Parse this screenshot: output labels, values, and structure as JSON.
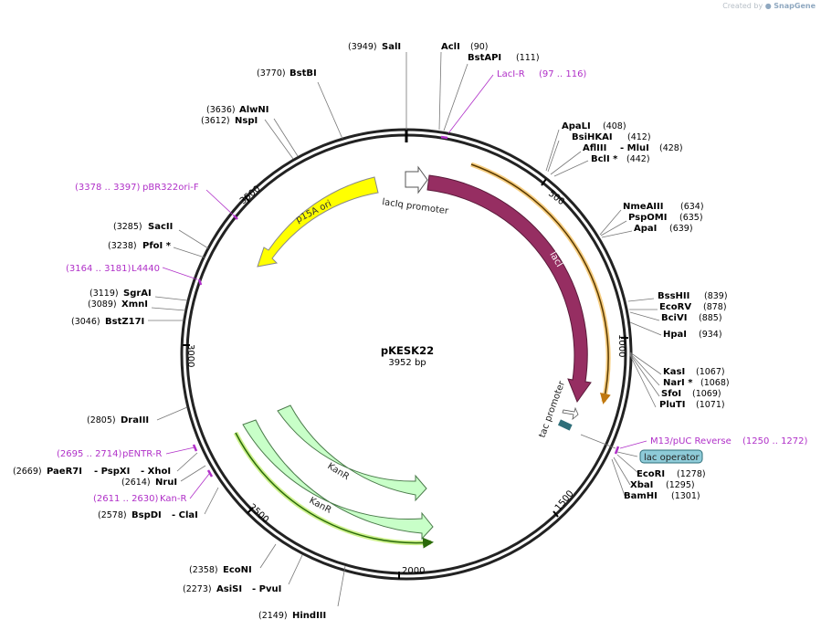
{
  "credit": {
    "prefix": "Created by",
    "brand": "SnapGene"
  },
  "plasmid": {
    "name": "pKESK22",
    "size_label": "3952 bp"
  },
  "ticks": [
    "500",
    "1000",
    "1500",
    "2000",
    "2500",
    "3000",
    "3500"
  ],
  "features": {
    "lacIq_promoter": "lacIq promoter",
    "lacI": "lacI",
    "p15A_ori": "p15A ori",
    "tac_promoter": "tac promoter",
    "KanR_1": "KanR",
    "KanR_2": "KanR",
    "lac_operator": "lac operator"
  },
  "enzymes": {
    "SalI": {
      "name": "SalI",
      "pos": "(3949)"
    },
    "AclI": {
      "name": "AclI",
      "pos": "(90)"
    },
    "BstAPI": {
      "name": "BstAPI",
      "pos": "(111)"
    },
    "BstBI": {
      "name": "BstBI",
      "pos": "(3770)"
    },
    "AlwNI": {
      "name": "AlwNI",
      "pos": "(3636)"
    },
    "NspI": {
      "name": "NspI",
      "pos": "(3612)"
    },
    "ApaLI": {
      "name": "ApaLI",
      "pos": "(408)"
    },
    "BsiHKAI": {
      "name": "BsiHKAI",
      "pos": "(412)"
    },
    "AflIII_MluI": {
      "name": "AflIII",
      "name2": "MluI",
      "pos": "(428)"
    },
    "BclI": {
      "name": "BclI *",
      "pos": "(442)"
    },
    "NmeAIII": {
      "name": "NmeAIII",
      "pos": "(634)"
    },
    "PspOMI": {
      "name": "PspOMI",
      "pos": "(635)"
    },
    "ApaI": {
      "name": "ApaI",
      "pos": "(639)"
    },
    "SacII": {
      "name": "SacII",
      "pos": "(3285)"
    },
    "PfoI": {
      "name": "PfoI *",
      "pos": "(3238)"
    },
    "SgrAI": {
      "name": "SgrAI",
      "pos": "(3119)"
    },
    "XmnI": {
      "name": "XmnI",
      "pos": "(3089)"
    },
    "BstZ17I": {
      "name": "BstZ17I",
      "pos": "(3046)"
    },
    "BssHII": {
      "name": "BssHII",
      "pos": "(839)"
    },
    "EcoRV": {
      "name": "EcoRV",
      "pos": "(878)"
    },
    "BciVI": {
      "name": "BciVI",
      "pos": "(885)"
    },
    "HpaI": {
      "name": "HpaI",
      "pos": "(934)"
    },
    "KasI": {
      "name": "KasI",
      "pos": "(1067)"
    },
    "NarI": {
      "name": "NarI *",
      "pos": "(1068)"
    },
    "SfoI": {
      "name": "SfoI",
      "pos": "(1069)"
    },
    "PluTI": {
      "name": "PluTI",
      "pos": "(1071)"
    },
    "DraIII": {
      "name": "DraIII",
      "pos": "(2805)"
    },
    "PaeR7I": {
      "name": "PaeR7I",
      "name2": "PspXI",
      "name3": "XhoI",
      "pos": "(2669)"
    },
    "NruI": {
      "name": "NruI",
      "pos": "(2614)"
    },
    "BspDI": {
      "name": "BspDI",
      "name2": "ClaI",
      "pos": "(2578)"
    },
    "EcoRI": {
      "name": "EcoRI",
      "pos": "(1278)"
    },
    "XbaI": {
      "name": "XbaI",
      "pos": "(1295)"
    },
    "BamHI": {
      "name": "BamHI",
      "pos": "(1301)"
    },
    "EcoNI": {
      "name": "EcoNI",
      "pos": "(2358)"
    },
    "AsiSI": {
      "name": "AsiSI",
      "name2": "PvuI",
      "pos": "(2273)"
    },
    "HindIII": {
      "name": "HindIII",
      "pos": "(2149)"
    }
  },
  "primers": {
    "LacI_R": {
      "name": "LacI-R",
      "range": "(97 .. 116)"
    },
    "pBR322ori_F": {
      "name": "pBR322ori-F",
      "range": "(3378 .. 3397)"
    },
    "L4440": {
      "name": "L4440",
      "range": "(3164 .. 3181)"
    },
    "M13_pUC_Reverse": {
      "name": "M13/pUC Reverse",
      "range": "(1250 .. 1272)"
    },
    "pENTR_R": {
      "name": "pENTR-R",
      "range": "(2695 .. 2714)"
    },
    "Kan_R": {
      "name": "Kan-R",
      "range": "(2611 .. 2630)"
    }
  },
  "colors": {
    "backbone": "#222222",
    "lacI": "#962e62",
    "p15A_ori": "#ffff00",
    "KanR": "#c8ffc8",
    "orf_orange": "#f0b040",
    "orf_green": "#2a6a0a",
    "primer": "#b030c8",
    "tac": "#2f6f7a",
    "lac_operator": "#8ecbd8"
  }
}
